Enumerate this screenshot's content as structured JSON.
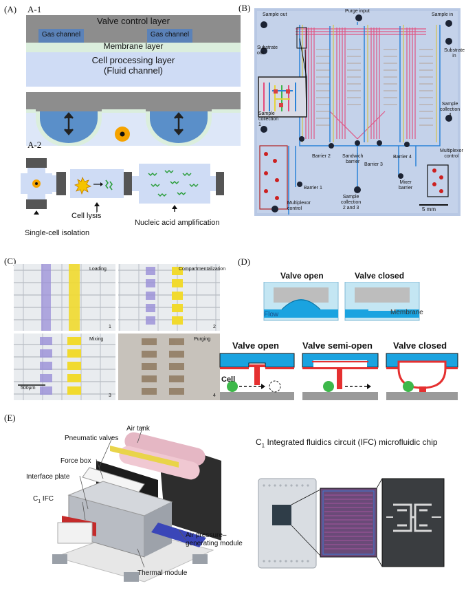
{
  "panel_a": {
    "label": "(A)",
    "a1_label": "A-1",
    "a2_label": "A-2",
    "valve_control_layer": "Valve control layer",
    "gas_channel_left": "Gas channel",
    "gas_channel_right": "Gas channel",
    "membrane_layer": "Membrane layer",
    "cell_processing_line1": "Cell processing layer",
    "cell_processing_line2": "(Fluid channel)",
    "single_cell_isolation": "Single-cell isolation",
    "cell_lysis": "Cell lysis",
    "nucleic_acid_amplification": "Nucleic acid amplification"
  },
  "panel_b": {
    "label": "(B)",
    "sample_out": "Sample out",
    "purge_input": "Purge input",
    "sample_in": "Sample in",
    "substrate_out_1": "Substrate",
    "substrate_out_2": "out",
    "substrate_in_1": "Substrate",
    "substrate_in_2": "in",
    "sample_collection_1_a": "Sample",
    "sample_collection_1_b": "collection",
    "sample_collection_1_c": "1",
    "sample_collection_4_a": "Sample",
    "sample_collection_4_b": "collection",
    "sample_collection_4_c": "4",
    "barrier_2": "Barrier 2",
    "sandwich_barrier_1": "Sandwich",
    "sandwich_barrier_2": "barrier",
    "barrier_3": "Barrier 3",
    "barrier_4": "Barrier 4",
    "multiplexor_control_right_1": "Multiplexor",
    "multiplexor_control_right_2": "control",
    "barrier_1": "Barrier 1",
    "mixer_barrier_1": "Mixer",
    "mixer_barrier_2": "barrier",
    "sample_collection_23_a": "Sample",
    "sample_collection_23_b": "collection",
    "sample_collection_23_c": "2 and 3",
    "multiplexor_control_left_1": "Multiplexor",
    "multiplexor_control_left_2": "control",
    "scale": "5 mm"
  },
  "panel_c": {
    "label": "(C)",
    "loading": "Loading",
    "compartmentalization": "Compartmentalization",
    "mixing": "Mixing",
    "purging": "Purging",
    "n1": "1",
    "n2": "2",
    "n3": "3",
    "n4": "4",
    "scale": "500μm"
  },
  "panel_d": {
    "label": "(D)",
    "valve_open_top": "Valve open",
    "valve_closed_top": "Valve closed",
    "flow": "Flow",
    "membrane": "Membrane",
    "valve_open": "Valve open",
    "valve_semi_open": "Valve semi-open",
    "valve_closed": "Valve closed",
    "cell": "Cell"
  },
  "panel_e": {
    "label": "(E)",
    "air_tank": "Air tank",
    "pneumatic_valves": "Pneumatic valves",
    "force_box": "Force box",
    "interface_plate": "Interface plate",
    "c1_ifc": "IFC",
    "air_pressure_1": "Air pressure–",
    "air_pressure_2": "generating module",
    "thermal_module": "Thermal module",
    "chip_title_sub": "1",
    "chip_title": "Integrated fluidics circuit (IFC) microfluidic chip"
  },
  "colors": {
    "gray_layer": "#8d8d8d",
    "fluid_blue": "#cfdcf5",
    "membrane_green": "#dbeedd",
    "cell_orange": "#f5a300",
    "valve_blue": "#1aa3e0",
    "valve_red": "#e53030",
    "cell_green": "#3db84a"
  }
}
